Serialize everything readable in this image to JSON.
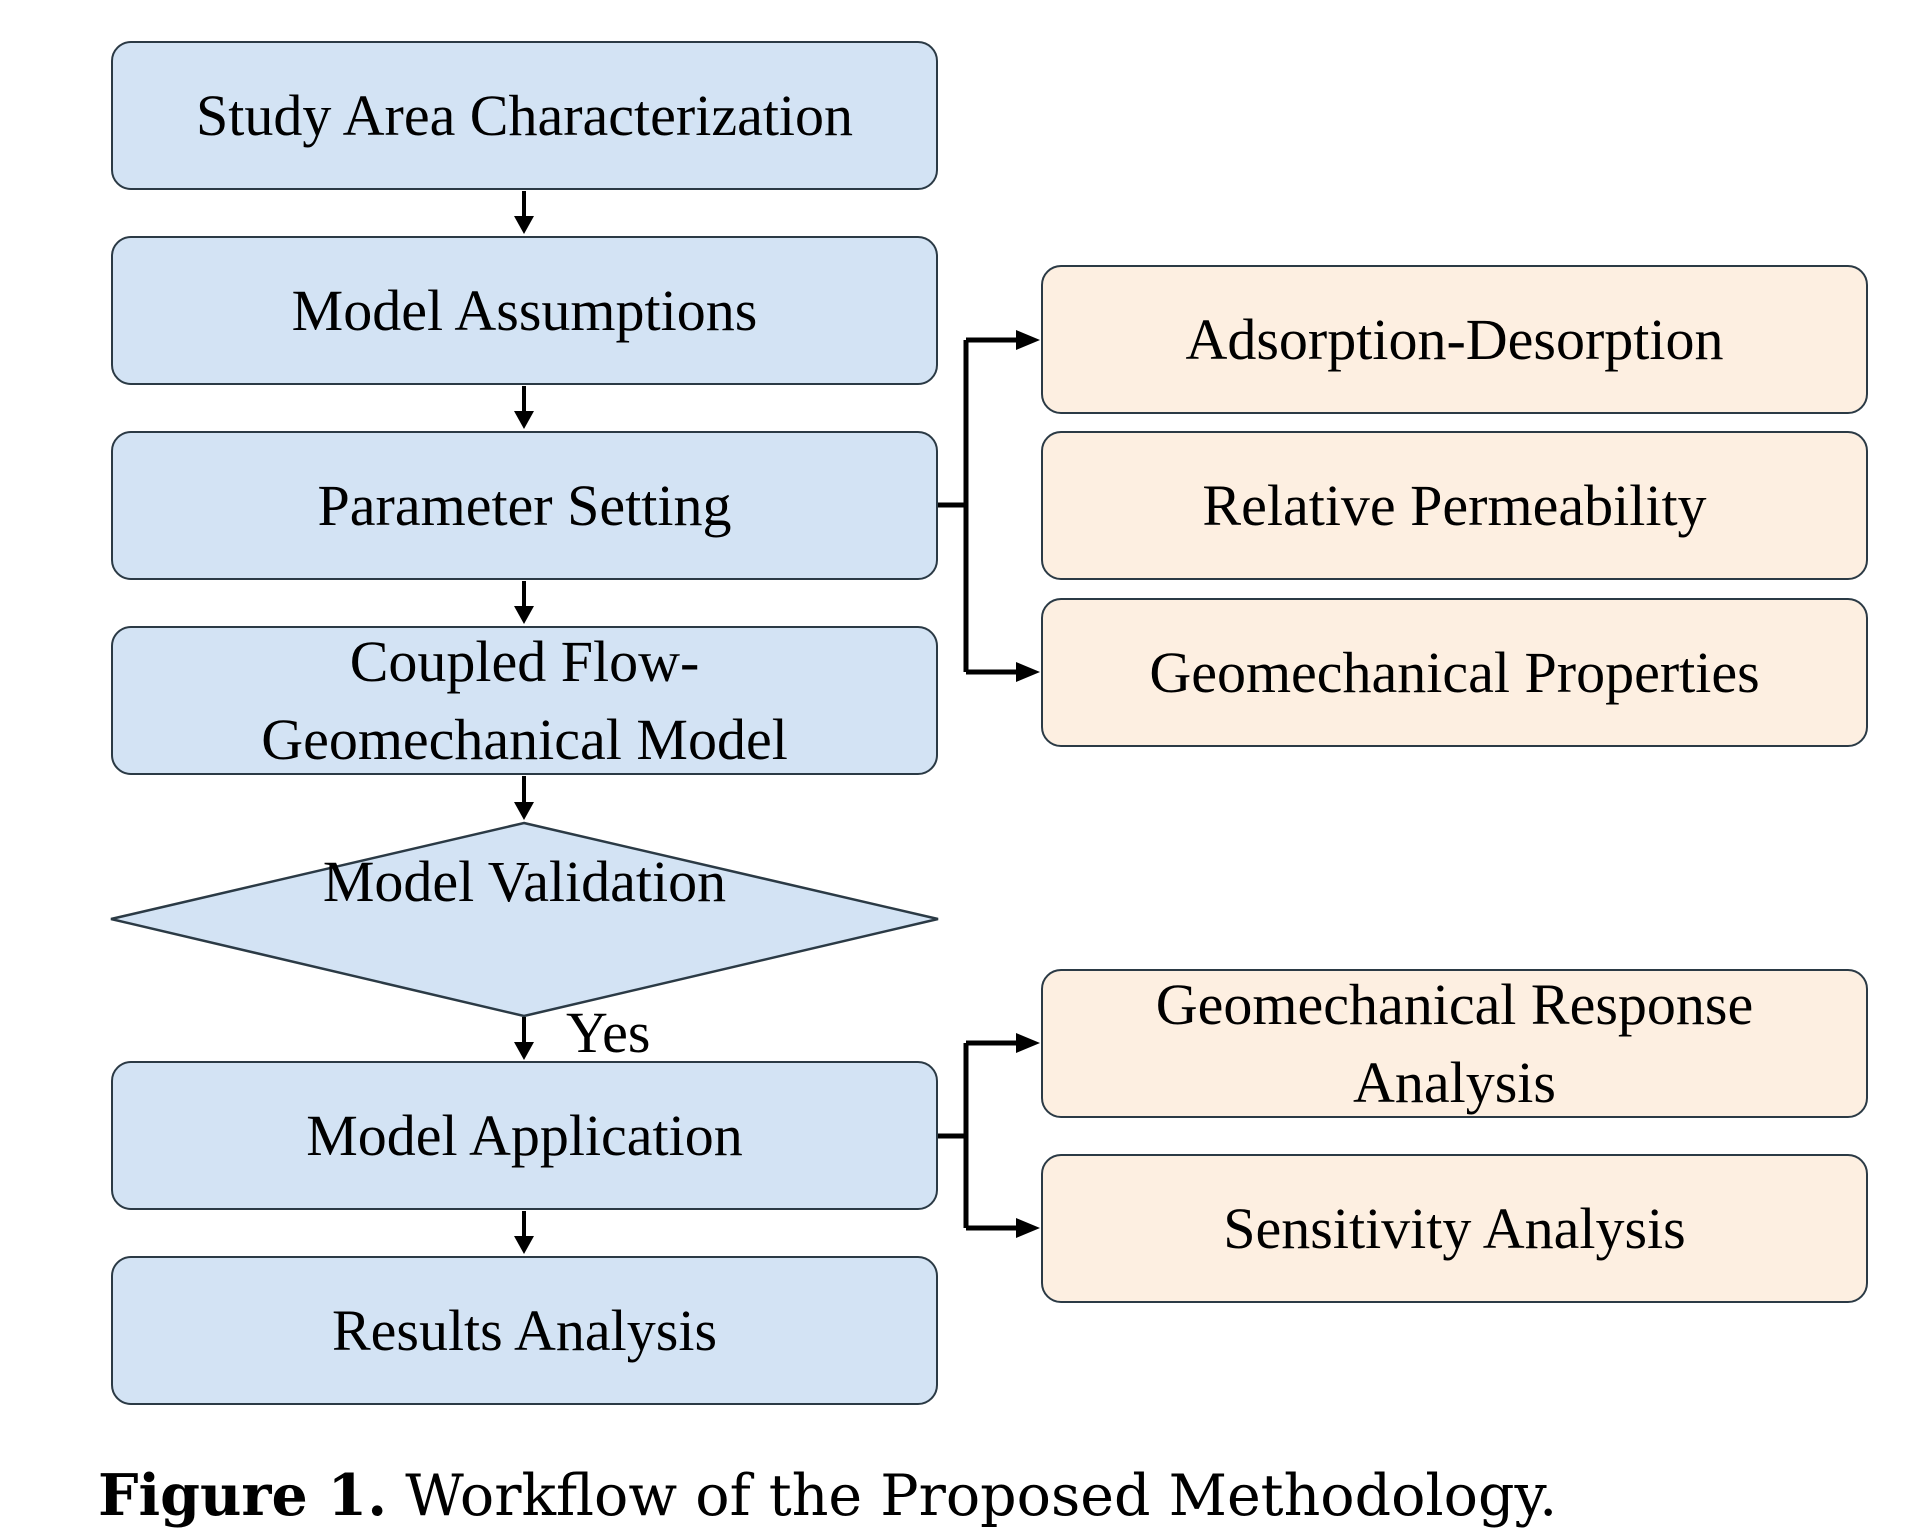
{
  "nodes": {
    "study": "Study Area Characterization",
    "assumptions": "Model Assumptions",
    "parameter": "Parameter Setting",
    "coupled_line1": "Coupled Flow-",
    "coupled_line2": "Geomechanical Model",
    "validation_line1": "Model",
    "validation_line2": "Validation",
    "application": "Model Application",
    "results": "Results Analysis"
  },
  "side_nodes": {
    "adsorption": "Adsorption-Desorption",
    "relative_permeability": "Relative Permeability",
    "geomechanical_properties": "Geomechanical Properties",
    "response_line1": "Geomechanical Response",
    "response_line2": "Analysis",
    "sensitivity": "Sensitivity Analysis"
  },
  "edge_labels": {
    "yes": "Yes"
  },
  "caption": {
    "label": "Figure 1.",
    "text": " Workflow of the Proposed Methodology."
  },
  "colors": {
    "main_fill": "#d3e3f4",
    "side_fill": "#fdefe1",
    "border": "#2b3a45",
    "arrow": "#000000"
  }
}
